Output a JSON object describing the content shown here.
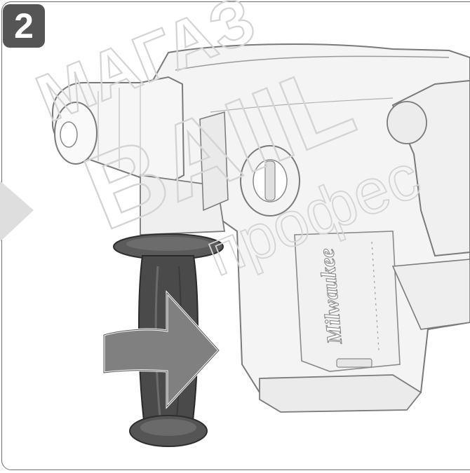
{
  "step": {
    "number": "2"
  },
  "watermark": {
    "line1": "МАГАЗ",
    "line2": "BAIIL",
    "line3": "профес"
  },
  "tool": {
    "brand": "Milwaukee"
  },
  "colors": {
    "badge": "#555555",
    "grip": "#4a4a4a",
    "arrow": "#777777",
    "body": "#f2f2f2",
    "outline": "#6e6e6e"
  }
}
